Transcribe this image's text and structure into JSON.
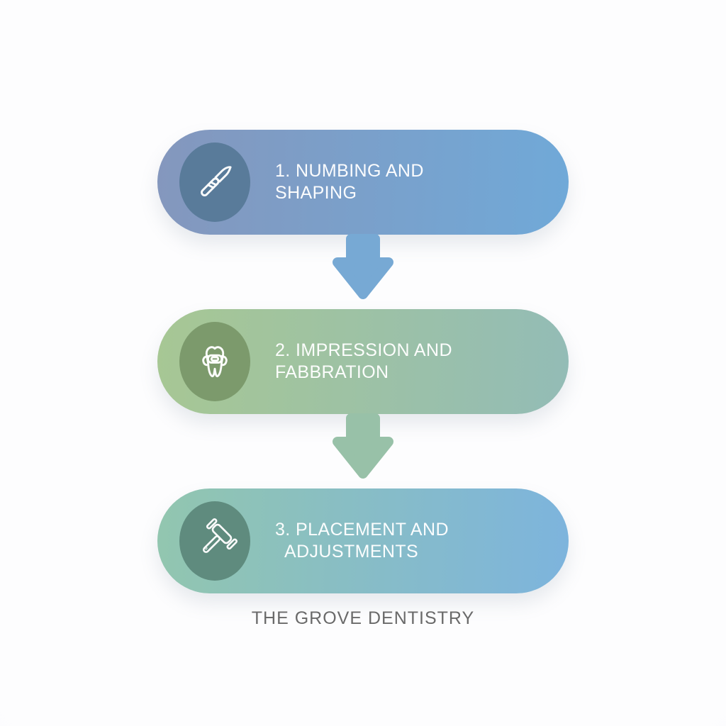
{
  "page": {
    "background_color": "#fafafb",
    "footer_text": "THE GROVE DENTISTRY",
    "footer_color": "#6a6a6a",
    "text_color": "#ffffff"
  },
  "steps": [
    {
      "number": "1",
      "lines": [
        "1. NUMBING AND",
        "SHAPING"
      ],
      "icon": "scalpel-icon",
      "pill_gradient": {
        "from": "#8497bd",
        "to": "#70a9d8"
      },
      "icon_bg": "#597b9a"
    },
    {
      "number": "2",
      "lines": [
        "2. IMPRESSION AND",
        "FABBRATION"
      ],
      "icon": "tooth-band-icon",
      "pill_gradient": {
        "from": "#a7c794",
        "to": "#93bcb6"
      },
      "icon_bg": "#7c9a6c"
    },
    {
      "number": "3",
      "lines": [
        "3. PLACEMENT AND",
        "ADJUSTMENTS"
      ],
      "icon": "dental-mallet-icon",
      "pill_gradient": {
        "from": "#92c6af",
        "to": "#7db4dd"
      },
      "icon_bg": "#5f8b7e"
    }
  ],
  "arrows": [
    {
      "direction": "down",
      "color": "#77a9d4"
    },
    {
      "direction": "down",
      "color": "#98c1a8"
    }
  ]
}
